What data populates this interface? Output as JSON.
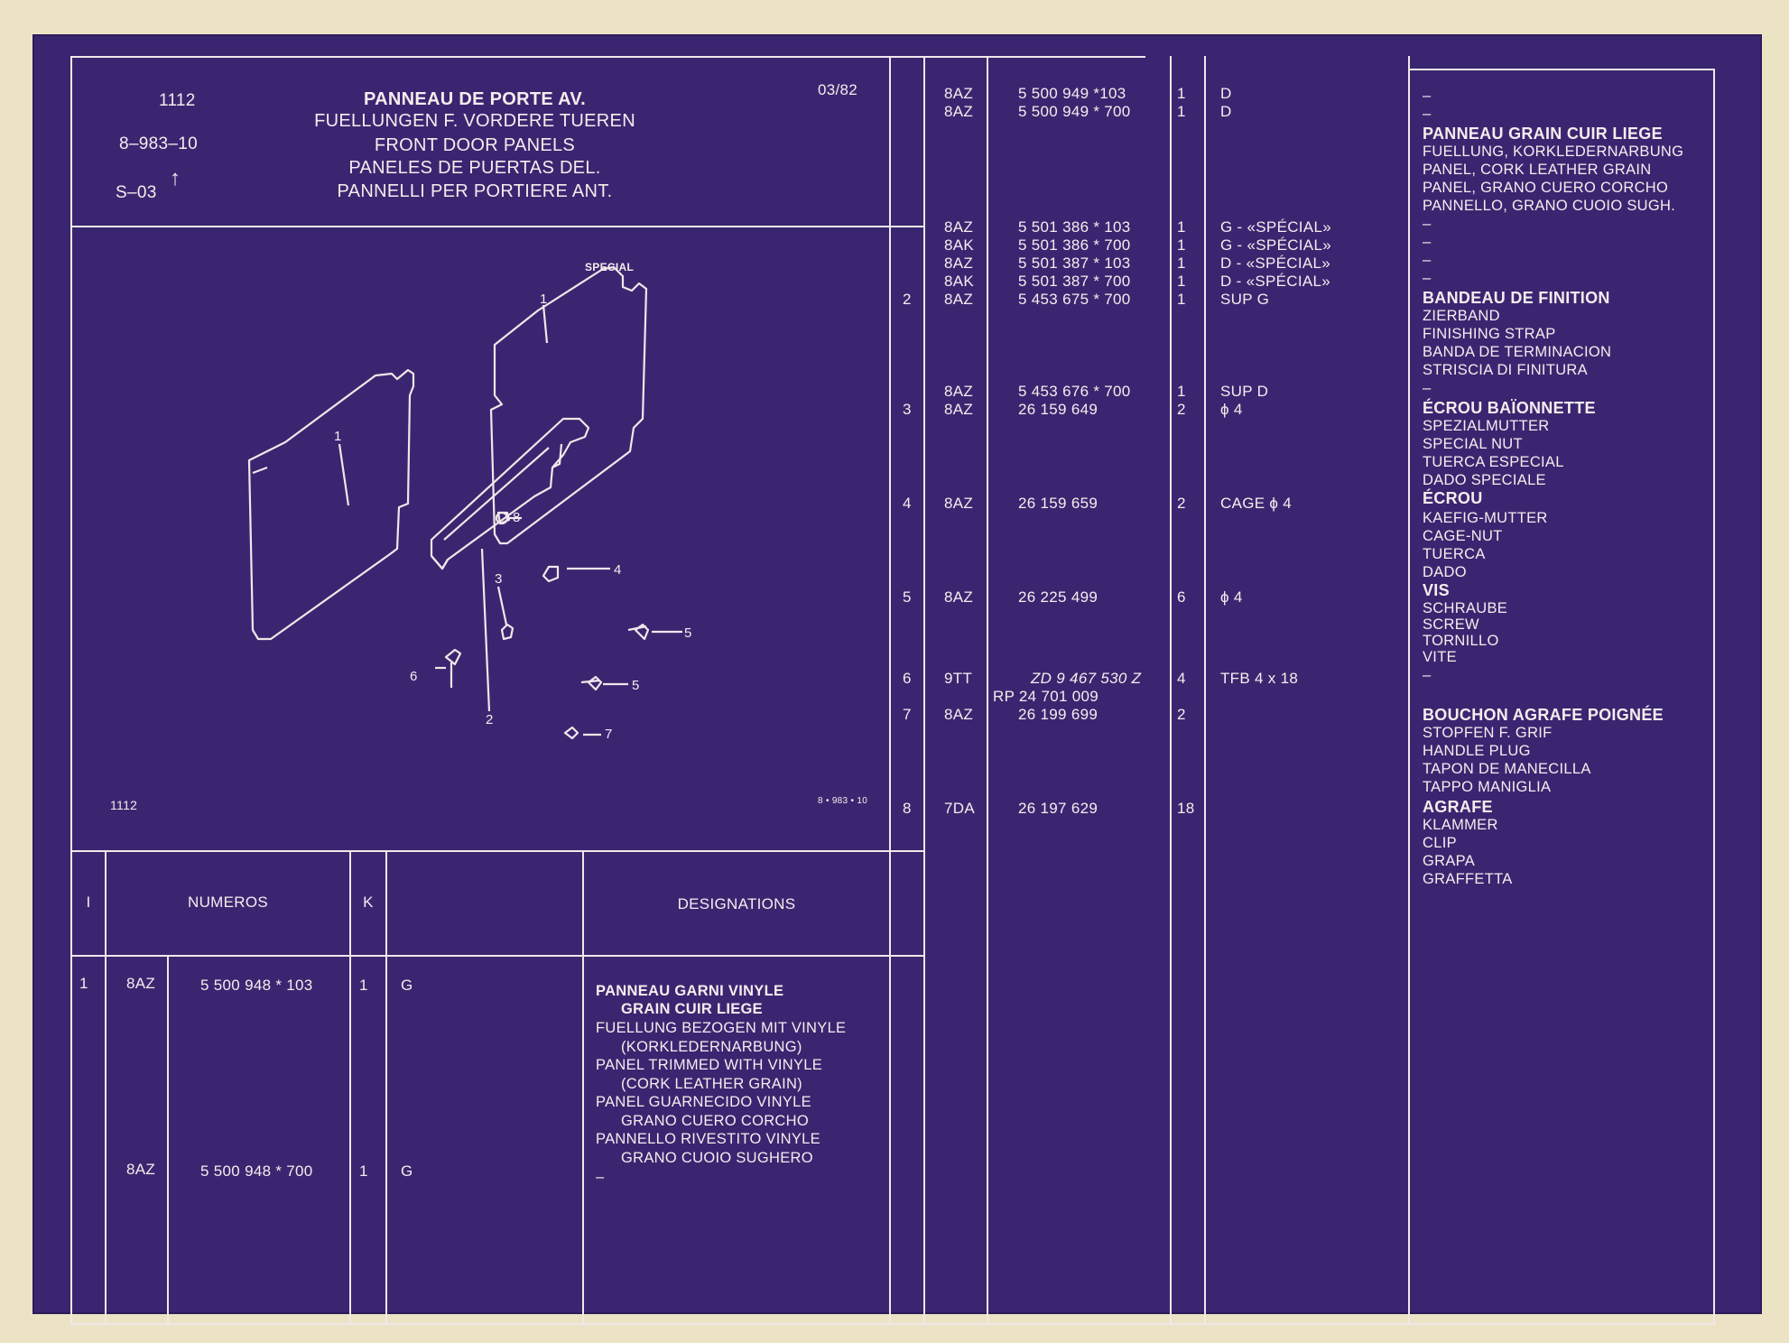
{
  "header": {
    "ref": "1112",
    "code": "8–983–10",
    "sheet": "S–03",
    "date": "03/82",
    "titles": [
      "PANNEAU DE PORTE AV.",
      "FUELLUNGEN F. VORDERE TUEREN",
      "FRONT DOOR PANELS",
      "PANELES DE PUERTAS DEL.",
      "PANNELLI PER PORTIERE ANT."
    ]
  },
  "figure": {
    "special_label": "SPECIAL",
    "ref": "1112",
    "code": "8 • 983 • 10",
    "callouts": [
      "1",
      "1",
      "2",
      "3",
      "4",
      "5",
      "5",
      "6",
      "7",
      "8"
    ]
  },
  "table_header": {
    "i": "I",
    "numeros": "NUMEROS",
    "k": "K",
    "designations": "DESIGNATIONS"
  },
  "left_rows": [
    {
      "item": "1",
      "code": "8AZ",
      "num": "5 500 948 * 103",
      "k": "1",
      "spec": "G"
    },
    {
      "item": "",
      "code": "8AZ",
      "num": "5 500 948 * 700",
      "k": "1",
      "spec": "G"
    }
  ],
  "left_designation": [
    "PANNEAU GARNI VINYLE",
    "GRAIN CUIR LIEGE",
    "FUELLUNG BEZOGEN MIT VINYLE",
    "(KORKLEDERNARBUNG)",
    "PANEL TRIMMED WITH VINYLE",
    "(CORK LEATHER GRAIN)",
    "PANEL GUARNECIDO VINYLE",
    "GRANO CUERO CORCHO",
    "PANNELLO RIVESTITO VINYLE",
    "GRANO CUOIO SUGHERO",
    "–"
  ],
  "right_rows": [
    {
      "item": "",
      "code": "8AZ",
      "num": "5 500 949 *103",
      "num2": "",
      "k": "1",
      "spec": "D"
    },
    {
      "item": "",
      "code": "8AZ",
      "num": "5 500 949 * 700",
      "num2": "",
      "k": "1",
      "spec": "D"
    },
    {
      "item": "",
      "code": "8AZ",
      "num": "5 501 386 * 103",
      "num2": "",
      "k": "1",
      "spec": "G - «SPÉCIAL»"
    },
    {
      "item": "",
      "code": "8AK",
      "num": "5 501 386 * 700",
      "num2": "",
      "k": "1",
      "spec": "G - «SPÉCIAL»"
    },
    {
      "item": "",
      "code": "8AZ",
      "num": "5 501 387 * 103",
      "num2": "",
      "k": "1",
      "spec": "D - «SPÉCIAL»"
    },
    {
      "item": "",
      "code": "8AK",
      "num": "5 501 387 * 700",
      "num2": "",
      "k": "1",
      "spec": "D - «SPÉCIAL»"
    },
    {
      "item": "2",
      "code": "8AZ",
      "num": "5 453 675 * 700",
      "num2": "",
      "k": "1",
      "spec": "SUP G"
    },
    {
      "item": "",
      "code": "8AZ",
      "num": "5 453 676 * 700",
      "num2": "",
      "k": "1",
      "spec": "SUP D"
    },
    {
      "item": "3",
      "code": "8AZ",
      "num": "26 159 649",
      "num2": "",
      "k": "2",
      "spec": "ϕ 4"
    },
    {
      "item": "4",
      "code": "8AZ",
      "num": "26 159 659",
      "num2": "",
      "k": "2",
      "spec": "CAGE ϕ 4"
    },
    {
      "item": "5",
      "code": "8AZ",
      "num": "26 225 499",
      "num2": "",
      "k": "6",
      "spec": "ϕ 4"
    },
    {
      "item": "6",
      "code": "9TT",
      "num": "ZD 9 467 530 Z",
      "num2": "RP 24 701 009",
      "k": "4",
      "spec": "TFB 4 x 18"
    },
    {
      "item": "7",
      "code": "8AZ",
      "num": "26 199 699",
      "num2": "",
      "k": "2",
      "spec": ""
    },
    {
      "item": "8",
      "code": "7DA",
      "num": "26 197 629",
      "num2": "",
      "k": "18",
      "spec": ""
    }
  ],
  "right_designations": [
    "–",
    "–",
    "PANNEAU GRAIN CUIR LIEGE",
    "FUELLUNG, KORKLEDERNARBUNG",
    "PANEL, CORK LEATHER GRAIN",
    "PANEL, GRANO CUERO CORCHO",
    "PANNELLO, GRANO CUOIO SUGH.",
    "–",
    "–",
    "–",
    "–",
    "BANDEAU DE FINITION",
    "ZIERBAND",
    "FINISHING STRAP",
    "BANDA DE TERMINACION",
    "STRISCIA DI FINITURA",
    "–",
    "ÉCROU BAÏONNETTE",
    "SPEZIALMUTTER",
    "SPECIAL NUT",
    "TUERCA ESPECIAL",
    "DADO SPECIALE",
    "ÉCROU",
    "KAEFIG-MUTTER",
    "CAGE-NUT",
    "TUERCA",
    "DADO",
    "VIS",
    "SCHRAUBE",
    "SCREW",
    "TORNILLO",
    "VITE",
    "–",
    "BOUCHON AGRAFE POIGNÉE",
    "STOPFEN F. GRIF",
    "HANDLE PLUG",
    "TAPON DE MANECILLA",
    "TAPPO MANIGLIA",
    "AGRAFE",
    "KLAMMER",
    "CLIP",
    "GRAPA",
    "GRAFFETTA"
  ],
  "colors": {
    "background": "#3a2670",
    "lines": "#f1e7ea",
    "paper": "#ece3c4"
  }
}
